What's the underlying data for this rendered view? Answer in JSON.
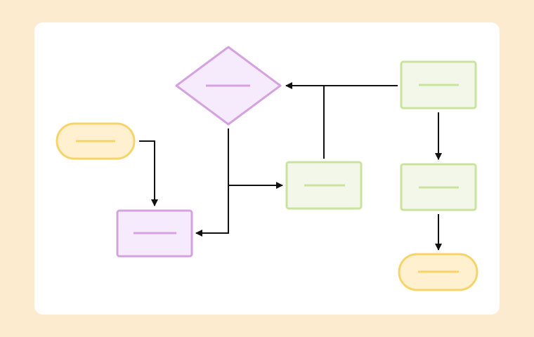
{
  "colors": {
    "page_background": "#fdebd0",
    "canvas_background": "#ffffff",
    "terminator_fill": "#fff1d0",
    "terminator_stroke": "#f7d46a",
    "decision_fill": "#f6eafd",
    "decision_stroke": "#d4a3df",
    "process_purple_fill": "#f6eafd",
    "process_purple_stroke": "#d4a3df",
    "process_green_fill": "#f2f7ea",
    "process_green_stroke": "#c9e39c",
    "connector": "#111111"
  },
  "nodes": {
    "start": {
      "shape": "terminator",
      "label": ""
    },
    "decision": {
      "shape": "diamond",
      "label": ""
    },
    "process_purple": {
      "shape": "rectangle",
      "label": ""
    },
    "process_green_middle": {
      "shape": "rectangle",
      "label": ""
    },
    "process_green_top_right": {
      "shape": "rectangle",
      "label": ""
    },
    "process_green_bottom_right": {
      "shape": "rectangle",
      "label": ""
    },
    "end": {
      "shape": "terminator",
      "label": ""
    }
  }
}
